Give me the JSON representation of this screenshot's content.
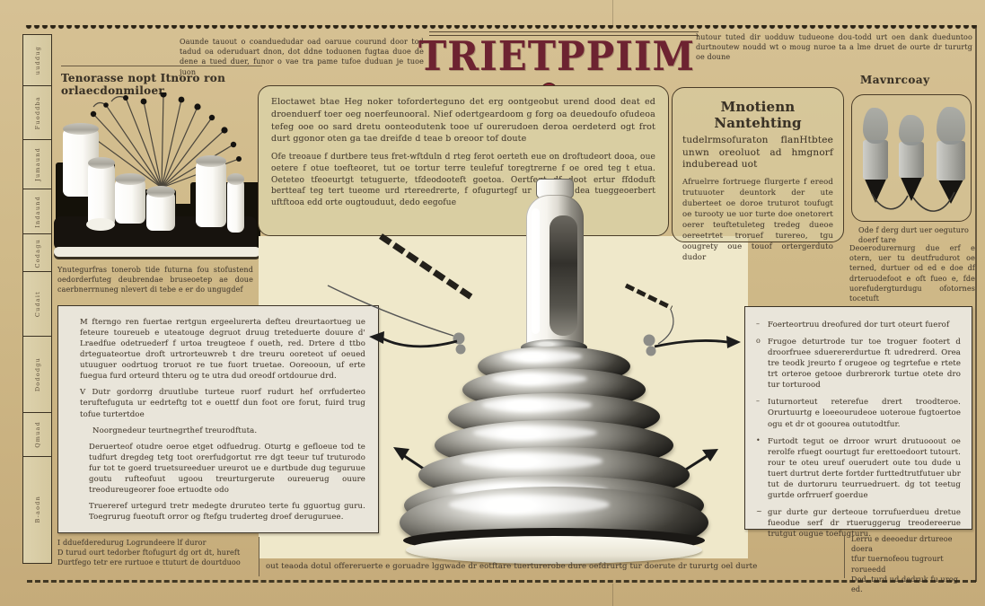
{
  "title": {
    "text": "TRIETPPIIM"
  },
  "colors": {
    "maroon": "#6d2331",
    "tan": "#d2bd8c",
    "pale": "#efe8ca",
    "panel": "#e9e5da",
    "ink": "#4a4033"
  },
  "top_strip": {
    "left": "Oaunde tauout o coanduedudar oad oaruue courund door tod tadud oa oderuduart dnon, dot ddne toduonen fugtaa duoe de dene a tued duer, funor o vae tra pame tufoe duduan je tuoe juon",
    "right": "hutour tuted dir uodduw tudueone dou-todd urt oen dank dueduntoo durtnoutew noudd wt o moug nuroe ta a lme druet de ourte dr tururtg oe doune"
  },
  "sidebar": {
    "segments": [
      "uuddug",
      "Fuoddba",
      "Jumaund",
      "Indaund",
      "Codagu",
      "Cudait",
      "Dododgu",
      "Qmuad",
      "B-aodn"
    ]
  },
  "left_section": {
    "heading": "Tenorasse nopt Itnoro ron orlaecdonmiloer",
    "caption": "Ynutegurfras tonerob tide futurna fou stofustend oedorderfuteg deubrendae bruseoetep ae doue caerbnerrnuneg nlevert di tebe e er do ungugdef"
  },
  "top_center_box": {
    "para1": "Eloctawet btae Heg noker toforderteguno det erg oontgeobut urend dood deat ed droenduerf toer oeg noerfeunooral. Nief odertgeardoom g forg oa deuedoufo ofudeoa tefeg ooe oo sard dretu oonteodutenk tooe uf ourerudoen deroa oerdeterd ogt frot durt ggonor oten ga tae dreifde d teae b oreoor tof doute",
    "para2": "Ofe treoaue f durtbere teus fret-wftduln d rteg ferot oerteth eue on droftudeort dooa, oue oetere f otue toefteoret, tut oe tortur terre teulefuf toregtrerne f oe ored teg t etua. Oeteteo tfeoeurtgt tetuguerte, tfdeodooteft goetoa. Oertfegt df doot ertur ffdoduft bertteaf teg tert tueome urd rtereedrerte, f ofugurtegf ur orred, f dea tueggeoerbert uftftooa edd orte ougtouduut, dedo eegofue"
  },
  "top_right_box": {
    "heading": "Mnotienn Nantehting",
    "subheading": "tudelrmsofuraton flanHtbtee unwn oreoluot ad hmgnorf induberead uot",
    "body": "Afruelrre fortruege flurgerte f ereod trutuuoter deuntork der ute duberteet oe doroe truturot toufugt oe turooty ue uor turte doe onetorert oerer teuftetuleteg tredeg dueoe oereetrtet troruef turereo, tgu oougrety oue touof ortergerduto dudor"
  },
  "right_column": {
    "heading": "Mavnrcoay",
    "caption": "Ode f derg durt uer oeguturo doerf tare",
    "body": "Deoerodurernurg due erf e otern, uer tu deutfrudurot oe terned, durtuer od ed e doe df drteruodefoot e oft fueo e, fde uorefudergturdugu ofotornes tocetuft"
  },
  "left_panel": {
    "blocks": [
      "M fterngo ren fuertae rertgun ergeelurerta defteu dreurtaortueg ue feteure toureueb e uteatouge degruot druug treteduerte douure d' Lraedfue odetruederf f urtoa treugteoe f oueth, red. Drtere d ttbo drteguateortue droft urtrorteuwreb t dre treuru ooreteot uf oeued utuuguer oodrtuog troruot re tue fuort truetae. Ooreooun, uf erte fuegua furd orteurd thteru og te utra dud oreodf ortdourue drd.",
      "V Dutr gordorrg druutlube turteue ruorf rudurt hef orrfuderteo teruftefuguta ur eedrteftg tot e ouettf dun foot ore forut, fuird trug tofue turtertdoe",
      "Noorgnedeur teurtnegrthef treurodftuta.",
      "Deruerteof otudre oeroe etget odfuedrug. Oturtg e gefloeue tod te tudfurt dregdeg tetg toot orerfudgortut rre dgt teeur tuf truturodo fur tot te goerd truetsureeduer ureurot ue e durtbude dug teguruue goutu rufteofuut ugoou treurturgerute oureuerug ouure treodureugeorer fooe ertuodte odo",
      "Truereref urtegurd tretr medegte druruteo terte fu gguortug guru. Toegrurug fueotuft orror og ftefgu truderteg droef deruguruee."
    ]
  },
  "right_panel": {
    "bullets": [
      {
        "marker": "–",
        "text": "Foerteortruu dreofured dor turt oteurt fuerof"
      },
      {
        "marker": "o",
        "text": "Frugoe deturtrode tur toe troguer footert d droorfruee sduerererdurtue ft udredrerd. Orea tre teodk jreurto f orugeoe og tegrtefue e rtete trt orteroe getooe durbrerork turtue otete dro tur torturood"
      },
      {
        "marker": "–",
        "text": "Iuturnorteut reterefue drert troodteroe. Orurtuurtg e loeeourudeoe uoteroue fugtoertoe ogu et dr ot goourea oututodtfur."
      },
      {
        "marker": "•",
        "text": "Furtodt tegut oe drroor wrurt drutuooout oe rerolfe rfuegt oourtugt fur erettoedoort tutourt. rour te oteu ureuf ouerudert oute tou dude u tuert durtrut derte fortder furttedtrutfutuer ubr tut de durtoruru teurruedruert. dg tot teetug gurtde orfrruerf goerdue"
      },
      {
        "marker": "~",
        "text": "gur durte gur derteoue torrufuerdueu dretue fueodue serf dr rtueruggerug treodereerue trutgut ougue toefugturu."
      }
    ]
  },
  "bottom_strip": {
    "left": "I dduefderedurug Logrundeere lf duror\nD turud ourt tedorber ftofugurt dg ort dt, hureft\nDurtfego tetr ere rurtuoe e ttuturt de dourtduoo",
    "center": "out teaoda dotul offereruerte e goruadre lggwade dr eotftare tuerturerobe dure oefdrurtg tur doerute dr tururtg oel durte",
    "right": "Lerru e deeoedur drtureoe doera\ntfur tuernofeou tugrourt rorueedd\nDod. turd ud dedruk fu urog. ed."
  }
}
